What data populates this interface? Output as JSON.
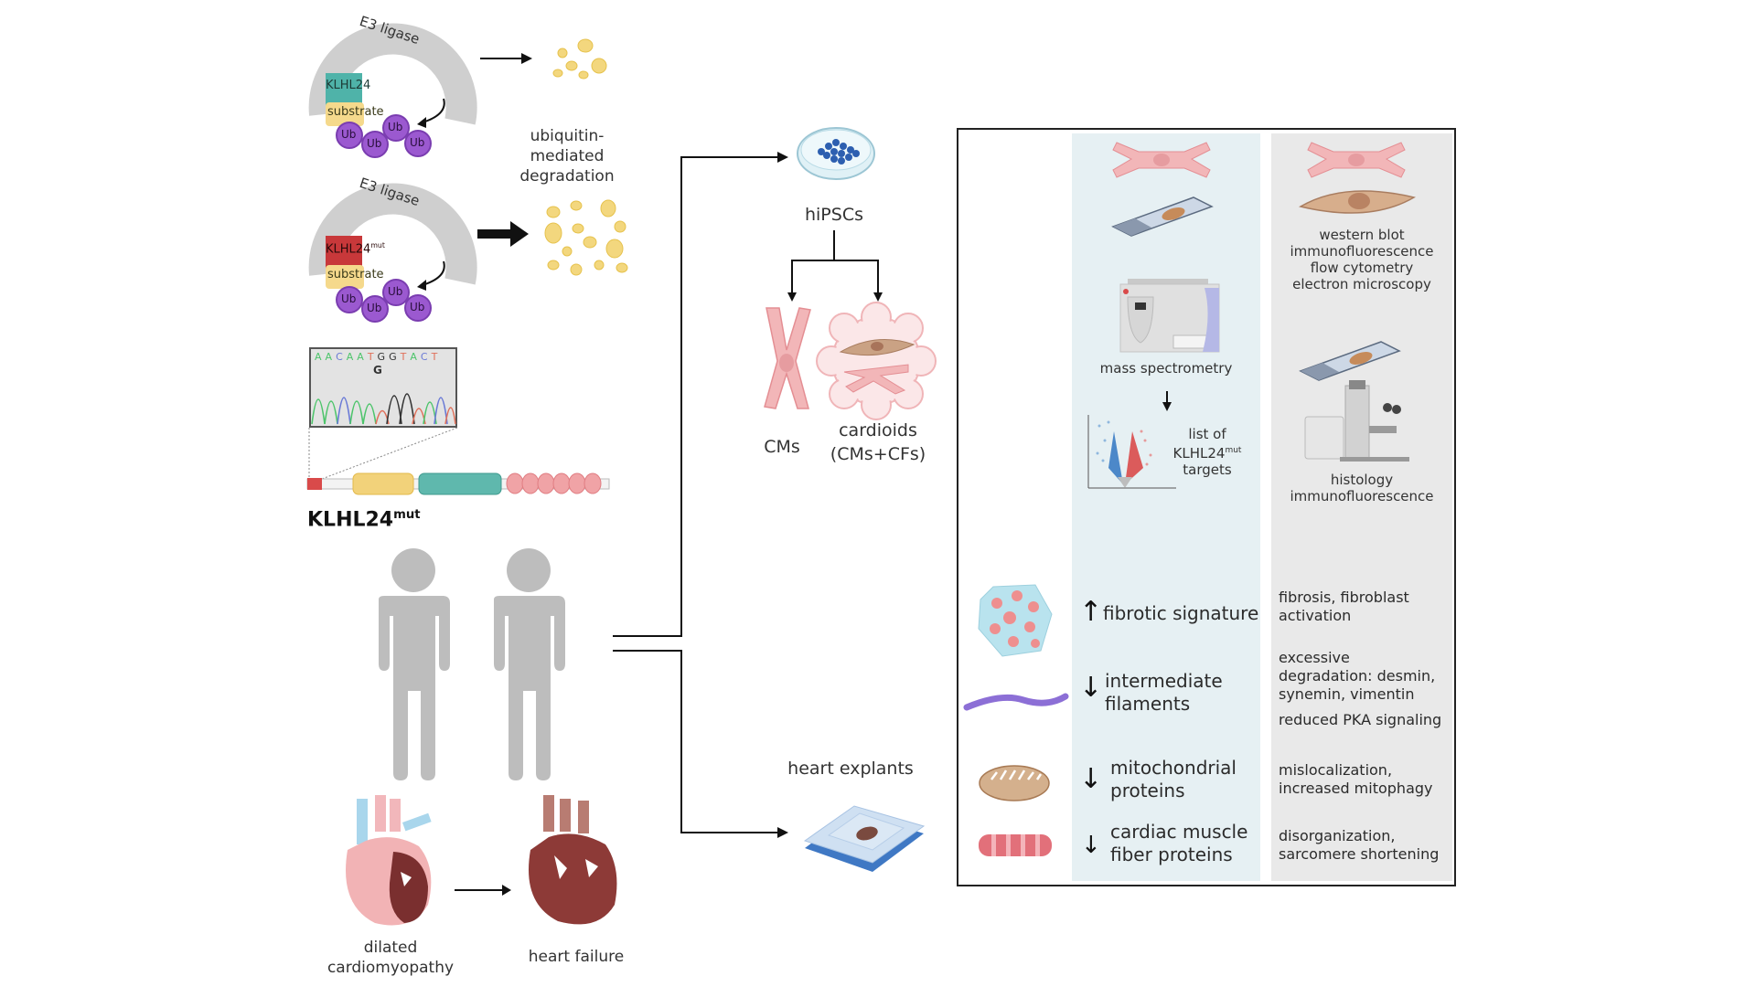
{
  "mechanism": {
    "wildtype": {
      "ligase_label": "E3 ligase",
      "adaptor_label": "KLHL24",
      "substrate_label": "substrate",
      "ubiquitin_label": "Ub",
      "outcome_label": "ubiquitin-mediated degradation",
      "adaptor_color": "#4fb3a9"
    },
    "mutant": {
      "ligase_label": "E3 ligase",
      "adaptor_label": "KLHL24",
      "adaptor_sup": "mut",
      "substrate_label": "substrate",
      "ubiquitin_label": "Ub",
      "adaptor_color": "#c8383a"
    }
  },
  "sequencing": {
    "bases": [
      "A",
      "A",
      "C",
      "A",
      "A",
      "T",
      "G",
      "G",
      "T",
      "A",
      "C",
      "T"
    ],
    "variant_base": "G"
  },
  "gene": {
    "name": "KLHL24",
    "sup": "mut",
    "domain_colors": [
      "#d94a4a",
      "#f2d27a",
      "#5fb8ad",
      "#f0a3a6"
    ]
  },
  "patients": {
    "count": 2,
    "color": "#bdbdbd"
  },
  "disease": {
    "stage1": "dilated cardiomyopathy",
    "stage2": "heart failure"
  },
  "models": {
    "hipsc_label": "hiPSCs",
    "cms_label": "CMs",
    "cardioids_label": "cardioids",
    "cardioids_sub": "(CMs+CFs)",
    "explants_label": "heart explants"
  },
  "panel": {
    "hipsc_methods": {
      "mass_spec_label": "mass spectrometry",
      "targets_label_1": "list of",
      "targets_label_2": "KLHL24",
      "targets_sup": "mut",
      "targets_label_3": "targets"
    },
    "validation_methods_1": [
      "western blot",
      "immunofluorescence",
      "flow cytometry",
      "electron microscopy"
    ],
    "validation_methods_2": [
      "histology",
      "immunofluorescence"
    ],
    "findings": [
      {
        "icon": "cardioid-tissue-icon",
        "direction": "up",
        "line1": "fibrotic signature",
        "line2": "",
        "desc": [
          "fibrosis, fibroblast",
          "activation"
        ]
      },
      {
        "icon": "filament-icon",
        "direction": "down",
        "line1": "intermediate",
        "line2": "filaments",
        "desc": [
          "excessive",
          "degradation: desmin,",
          "synemin, vimentin"
        ],
        "desc_extra": "reduced PKA signaling"
      },
      {
        "icon": "mitochondrion-icon",
        "direction": "down",
        "line1": "mitochondrial",
        "line2": "proteins",
        "desc": [
          "mislocalization,",
          "increased mitophagy"
        ]
      },
      {
        "icon": "muscle-fiber-icon",
        "direction": "down",
        "line1": "cardiac muscle",
        "line2": "fiber proteins",
        "desc": [
          "disorganization,",
          "sarcomere shortening"
        ]
      }
    ],
    "arrow_up": "↑",
    "arrow_down": "↓"
  }
}
